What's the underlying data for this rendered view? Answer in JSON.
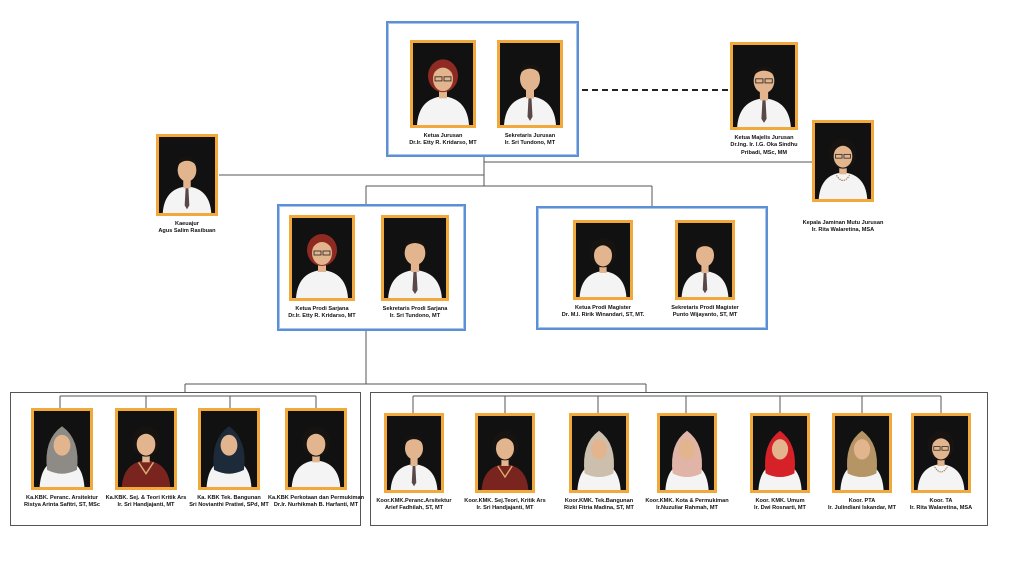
{
  "colors": {
    "photo_frame": "#f2a93b",
    "blue_box": "#5b8fd6",
    "line": "#555555",
    "shirt": "#f4f4f4",
    "photo_background": "#111111"
  },
  "people": {
    "ketua_jurusan": {
      "role": "Ketua Jurusan",
      "name": "Dr.Ir. Etty R. Kridarso, MT",
      "figure": "woman-red-hair-icon"
    },
    "sekretaris_jurusan": {
      "role": "Sekretaris Jurusan",
      "name": "Ir. Sri Tundono, MT",
      "figure": "man-tie-icon"
    },
    "ketua_majelis": {
      "role": "Ketua Majelis Jurusan",
      "name": "Dr.Ing. Ir. I.G. Oka Sindhu",
      "name2": "Pribadi, MSc, MM",
      "figure": "man-glasses-tie-icon"
    },
    "kepala_jaminan_mutu": {
      "role": "Kepala Jaminan  Mutu Jurusan",
      "name": "Ir. Rita Walaretina, MSA",
      "figure": "woman-glasses-necklace-icon"
    },
    "kaurusan": {
      "role": "Kaeuajur",
      "name": "Agus Salim Rasibuan",
      "figure": "man-tie-icon"
    },
    "ketua_prodi_sarjana": {
      "role": "Ketua Prodi Sarjana",
      "name": "Dr.Ir. Etty R. Kridarso, MT",
      "figure": "woman-red-hair-icon"
    },
    "sekretaris_prodi_sarjana": {
      "role": "Sekretaris Prodi Sarjana",
      "name": "Ir. Sri Tundono, MT",
      "figure": "man-tie-icon"
    },
    "ketua_prodi_magister": {
      "role": "Ketua Prodi Magister",
      "name": "Dr. M.I. Ririk Winandari, ST, MT.",
      "figure": "woman-short-hair-icon"
    },
    "sekretaris_prodi_magister": {
      "role": "Sekretaris Prodi Magister",
      "name": "Punto Wijayanto, ST, MT",
      "figure": "man-tie-icon"
    },
    "kbk_arsitektur": {
      "role": "Ka.KBK.  Peranc. Arsitektur",
      "name": "Ristya Arinta Safitri, ST, MSc",
      "figure": "woman-hijab-gray-icon"
    },
    "kbk_sejarah": {
      "role": "Ka.KBK.  Sej. & Teori Kritik Ars",
      "name": "Ir. Sri Handjajanti, MT",
      "figure": "woman-batik-icon"
    },
    "kbk_bangunan": {
      "role": "Ka. KBK  Tek. Bangunan",
      "name": "Sri Novianthi Pratiwi, SPd, MT",
      "figure": "woman-hijab-black-icon"
    },
    "kbk_perkotaan": {
      "role": "Ka.KBK  Perkotaan dan Permukiman",
      "name": "Dr.Ir. Nurhikmah B. Harfanti, MT",
      "figure": "woman-short-hair-icon"
    },
    "koor_arsitektur": {
      "role": "Koor.KMK.Peranc.Arsitektur",
      "name": "Arief Fadhilah, ST, MT",
      "figure": "man-tie-icon"
    },
    "koor_sejarah": {
      "role": "Koor.KMK. Sej.Teori, Kritik Ars",
      "name": "Ir. Sri Handjajanti, MT",
      "figure": "woman-batik-icon"
    },
    "koor_bangunan": {
      "role": "Koor.KMK. Tek.Bangunan",
      "name": "Rizki Fitria Madina,  ST, MT",
      "figure": "woman-hijab-cream-icon"
    },
    "koor_kota": {
      "role": "Koor.KMK. Kota & Permukiman",
      "name": "Ir.Nuzuliar Rahmah, MT",
      "figure": "woman-hijab-pink-icon"
    },
    "koor_umum": {
      "role": "Koor. KMK. Umum",
      "name": "Ir. Dwi Rosnarti, MT",
      "figure": "woman-hijab-red-icon"
    },
    "koor_pta": {
      "role": "Koor.  PTA",
      "name": "Ir. Julindiani Iskandar, MT",
      "figure": "woman-hijab-tan-icon"
    },
    "koor_ta": {
      "role": "Koor.  TA",
      "name": "Ir. Rita Walaretina, MSA",
      "figure": "woman-glasses-necklace-icon"
    }
  }
}
